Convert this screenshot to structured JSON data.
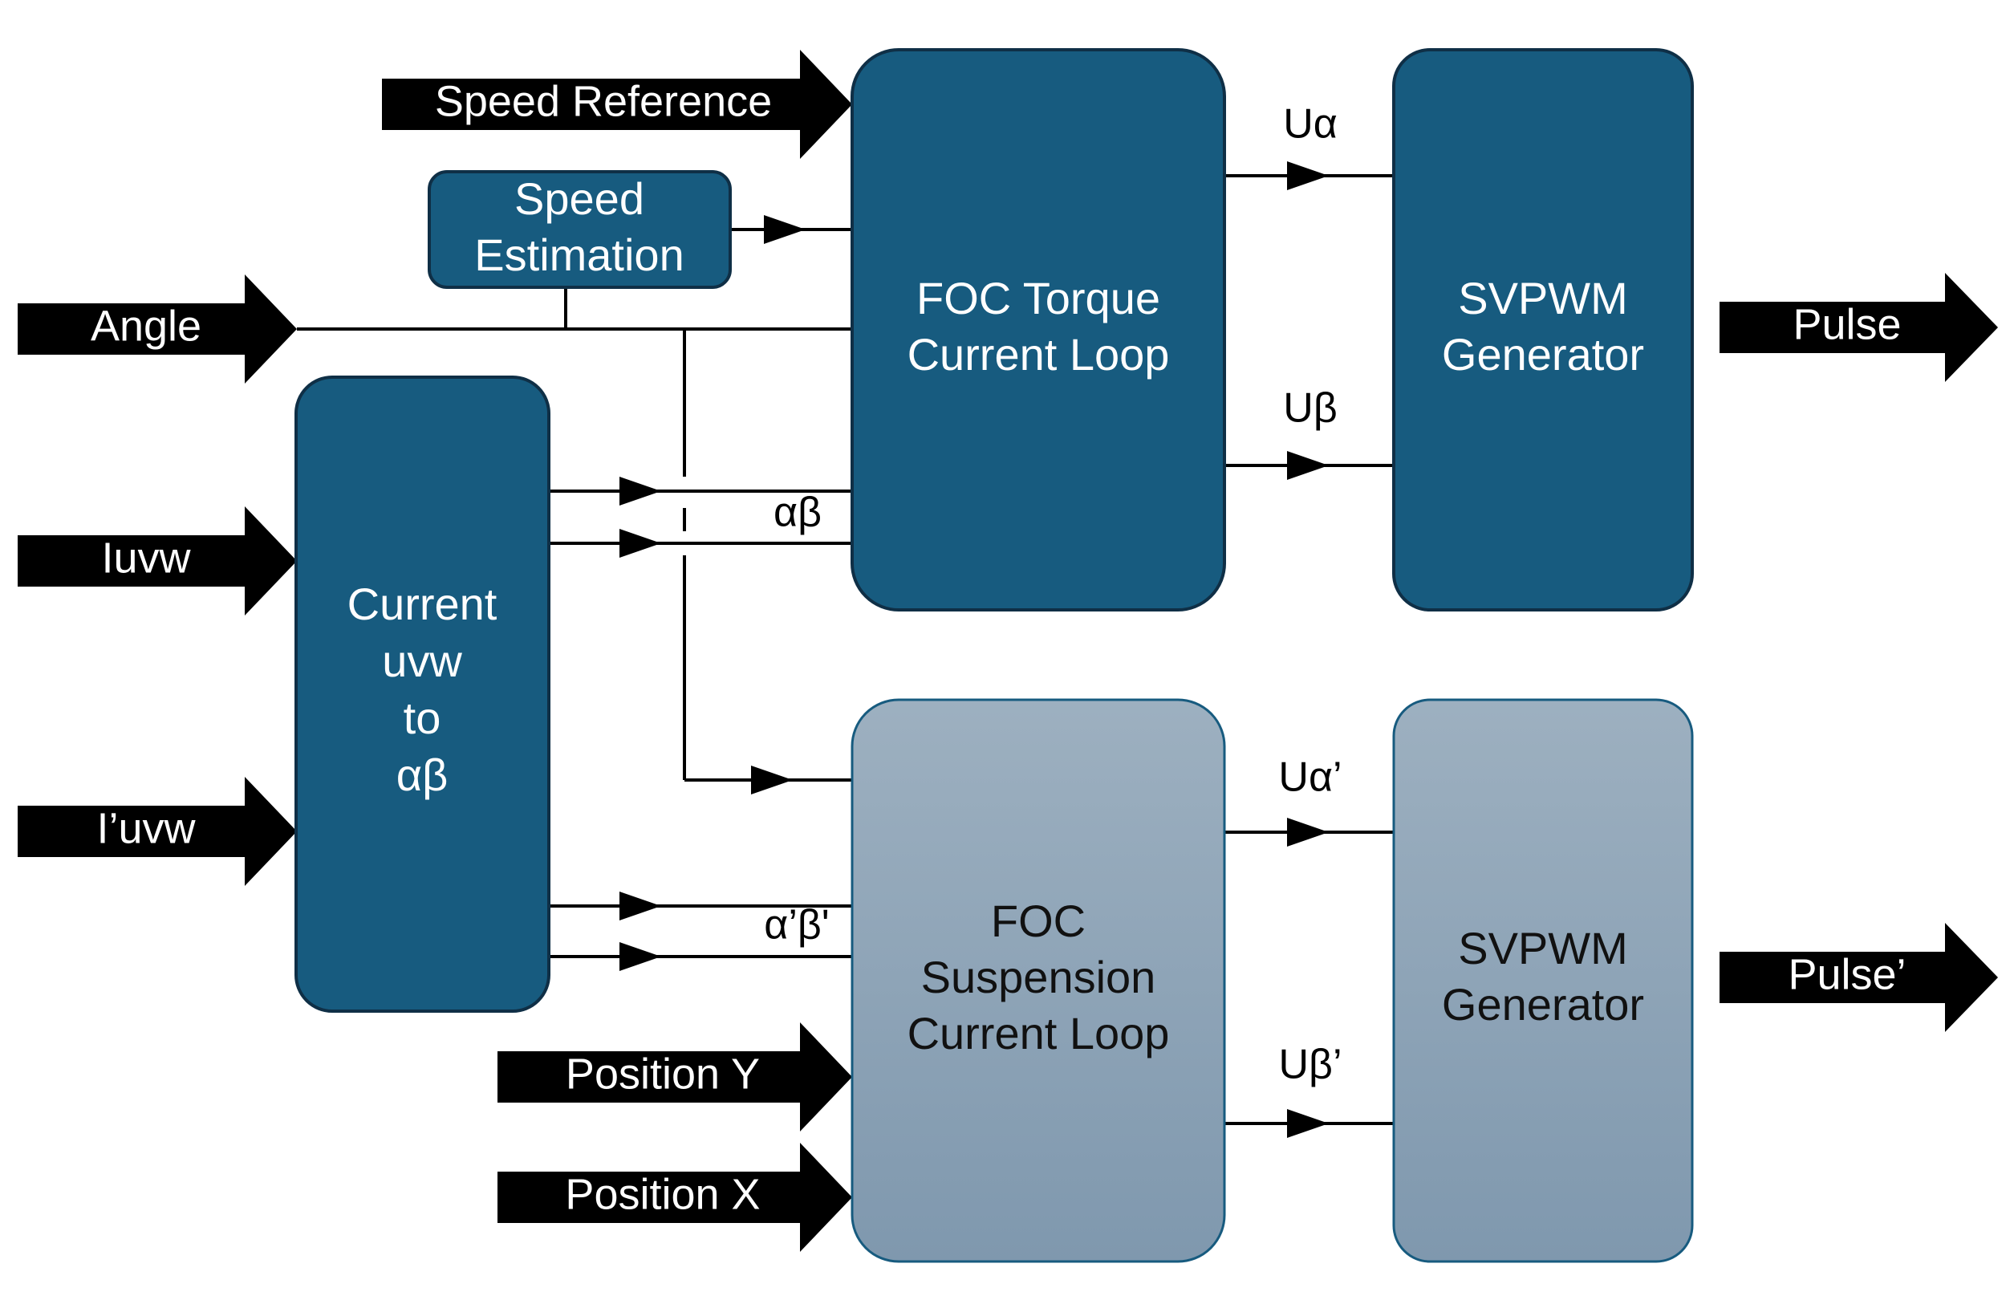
{
  "colors": {
    "dark_block": "#175b7f",
    "light_block_top": "#9db0c0",
    "light_block_bottom": "#7f98ae",
    "block_border": "#0f2f46",
    "arrow_fill": "#000000"
  },
  "inputs": {
    "speed_reference": "Speed Reference",
    "angle": "Angle",
    "iuvw": "Iuvw",
    "i_prime_uvw": "I’uvw",
    "position_y": "Position Y",
    "position_x": "Position X"
  },
  "outputs": {
    "pulse": "Pulse",
    "pulse_prime": "Pulse’"
  },
  "blocks": {
    "speed_estimation": [
      "Speed",
      "Estimation"
    ],
    "current_transform": [
      "Current",
      "uvw",
      "to",
      "αβ"
    ],
    "foc_torque": [
      "FOC Torque",
      "Current Loop"
    ],
    "svpwm_top": [
      "SVPWM",
      "Generator"
    ],
    "foc_suspension": [
      "FOC",
      "Suspension",
      "Current Loop"
    ],
    "svpwm_bottom": [
      "SVPWM",
      "Generator"
    ]
  },
  "signals": {
    "u_alpha": "Uα",
    "u_beta": "Uβ",
    "u_alpha_prime": "Uα’",
    "u_beta_prime": "Uβ’",
    "alpha_beta": "αβ",
    "alpha_beta_prime": "α’β'"
  }
}
